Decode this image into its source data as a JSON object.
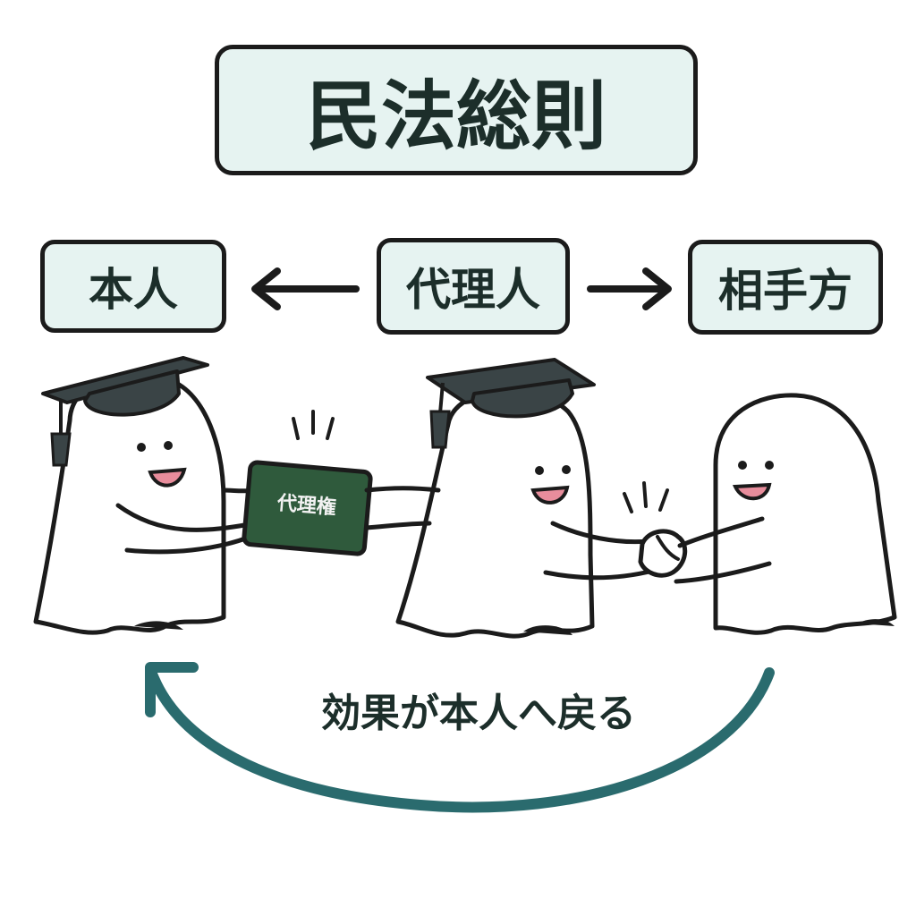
{
  "title": "民法総則",
  "nodes": {
    "principal": "本人",
    "agent": "代理人",
    "counterparty": "相手方"
  },
  "authority_card": "代理権",
  "effect_label": "効果が本人へ戻る",
  "colors": {
    "box_fill": "#e6f3f1",
    "outline": "#1b1b1b",
    "text": "#1c2e2a",
    "return_arrow": "#2a6b6e",
    "card": "#2f5a3c",
    "cap": "#3a4446",
    "cheek": "#e88d9c"
  },
  "icons": [
    "arrow-left-icon",
    "arrow-right-icon",
    "return-arrow-icon",
    "graduation-cap-icon"
  ]
}
